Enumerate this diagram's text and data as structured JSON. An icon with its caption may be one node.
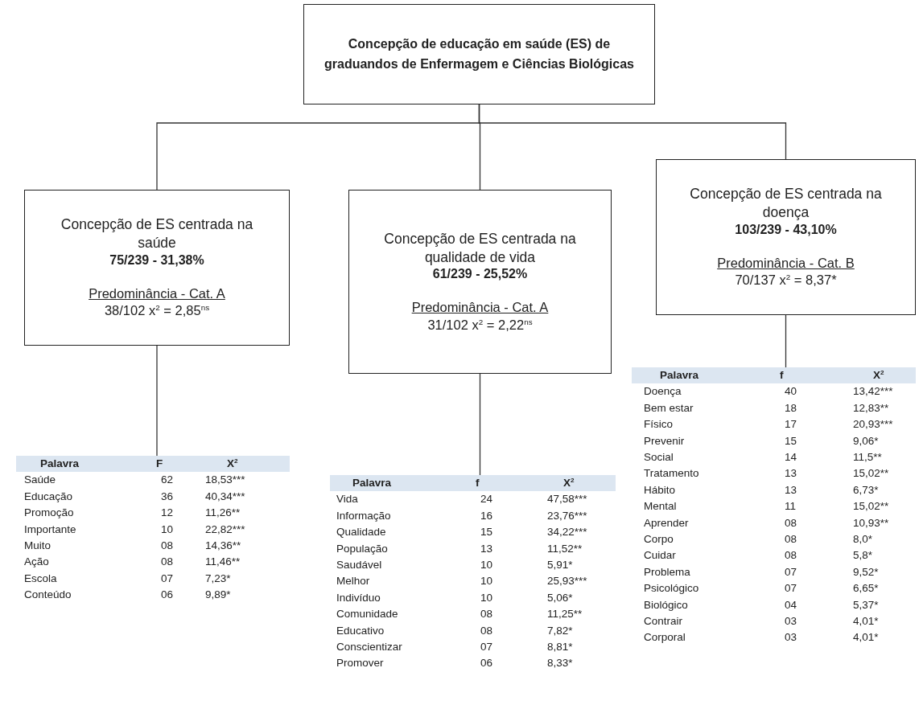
{
  "diagram": {
    "nodes": [
      {
        "text": [
          "Concepção de educação em saúde (ES) de graduandos de Enfermagem e Ciências Biológicas"
        ]
      },
      {
        "text": [
          "Concepção de ES centrada na saúde",
          "75/239 - 31,38%",
          "Predominância - Cat. A",
          "38/102 x$^{2}$ = 2,85$^{ns}$"
        ]
      },
      {
        "text": [
          "Concepção de ES centrada na qualidade de vida",
          "61/239 - 25,52%",
          "Predominância - Cat. A",
          "31/102 x$^{2}$ = 2,22$^{ns}$"
        ]
      },
      {
        "text": [
          "Concepção de ES centrada na doença",
          "103/239 - 43,10%",
          "Predominância - Cat. B",
          "70/137   x$^{2}$ = 8,37*"
        ]
      },
      {
        "text": [
          "Palavra",
          "F",
          "X$^{2}$"
        ]
      },
      {
        "text": [
          "Palavra",
          "f",
          "X$^{2}$"
        ]
      },
      {
        "text": [
          "Palavra",
          "f",
          "X$^{2}$"
        ]
      }
    ],
    "edges": [
      {
        "from": 0,
        "to": 1,
        "arrow": "none"
      },
      {
        "from": 0,
        "to": 2,
        "arrow": "none"
      },
      {
        "from": 0,
        "to": 3,
        "arrow": "none"
      },
      {
        "from": 1,
        "to": 4,
        "arrow": "none"
      },
      {
        "from": 2,
        "to": 5,
        "arrow": "none"
      },
      {
        "from": 3,
        "to": 6,
        "arrow": "none"
      }
    ],
    "labels": [
      "Saúde",
      "62",
      "18,53***",
      "Educação",
      "36",
      "40,34***",
      "Promoção",
      "12",
      "11,26**",
      "Importante",
      "10",
      "22,82***",
      "Muito",
      "08",
      "14,36**",
      "Ação",
      "08",
      "11,46**",
      "Escola",
      "07",
      "7,23*",
      "Conteúdo",
      "06",
      "9,89*",
      "Vida",
      "24",
      "47,58***",
      "Informação",
      "16",
      "23,76***",
      "Qualidade",
      "15",
      "34,22***",
      "População",
      "13",
      "11,52**",
      "Saudável",
      "10",
      "5,91*",
      "Melhor",
      "10",
      "25,93***",
      "Indivíduo",
      "10",
      "5,06*",
      "Comunidade",
      "08",
      "11,25**",
      "Educativo",
      "08",
      "7,82*",
      "Conscientizar",
      "07",
      "8,81*",
      "Promover",
      "06",
      "8,33*",
      "Doença",
      "40",
      "13,42***",
      "Bem estar",
      "18",
      "12,83**",
      "Físico",
      "17",
      "20,93***",
      "Prevenir",
      "15",
      "9,06*",
      "Social",
      "14",
      "11,5**",
      "Tratamento",
      "13",
      "15,02**",
      "Hábito",
      "13",
      "6,73*",
      "Mental",
      "11",
      "15,02**",
      "Aprender",
      "08",
      "10,93**",
      "Corpo",
      "08",
      "8,0*",
      "Cuidar",
      "08",
      "5,8*",
      "Problema",
      "07",
      "9,52*",
      "Psicológico",
      "07",
      "6,65*",
      "Biológico",
      "04",
      "5,37*",
      "Contrair",
      "03",
      "4,01*",
      "Corporal",
      "03",
      "4,01*"
    ]
  }
}
